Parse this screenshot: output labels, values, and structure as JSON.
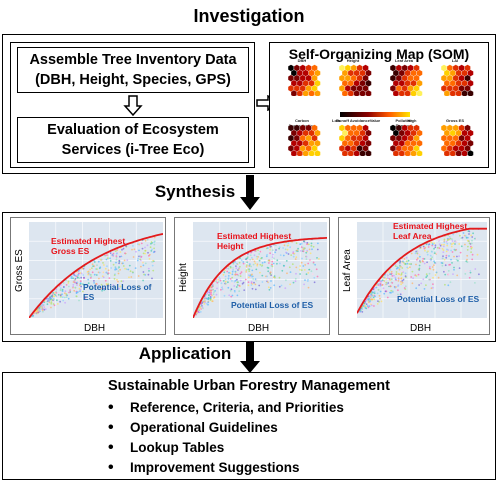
{
  "investigation": {
    "title": "Investigation",
    "box1_line1": "Assemble Tree Inventory Data",
    "box1_line2": "(DBH, Height, Species, GPS)",
    "box2_line1": "Evaluation of Ecosystem",
    "box2_line2": "Services (i-Tree Eco)",
    "som": {
      "title": "Self-Organizing Map (SOM)",
      "maps_row1": [
        "DBH",
        "Height",
        "Leaf Area",
        "LAI"
      ],
      "maps_row2": [
        "Carbon Sequestration",
        "Runoff Avoidance",
        "Pollution Removal",
        "Gross ES"
      ],
      "legend_low": "Low",
      "legend_value": "Value",
      "legend_high": "High"
    }
  },
  "synthesis": {
    "title": "Synthesis",
    "plots": [
      {
        "ylabel": "Gross ES",
        "xlabel": "DBH",
        "red_label_1": "Estimated Highest",
        "red_label_2": "Gross ES",
        "blue_label": "Potential Loss of ES"
      },
      {
        "ylabel": "Height",
        "xlabel": "DBH",
        "red_label_1": "Estimated Highest",
        "red_label_2": "Height",
        "blue_label": "Potential Loss of ES"
      },
      {
        "ylabel": "Leaf Area",
        "xlabel": "DBH",
        "red_label_1": "Estimated Highest",
        "red_label_2": "Leaf Area",
        "blue_label": "Potential Loss of ES"
      }
    ]
  },
  "application": {
    "title": "Application",
    "heading": "Sustainable Urban Forestry Management",
    "items": [
      "Reference, Criteria, and Priorities",
      "Operational Guidelines",
      "Lookup Tables",
      "Improvement Suggestions"
    ]
  },
  "colors": {
    "curve": "#e31a1c",
    "red_text": "#e8121a",
    "blue_text": "#1f5fa8",
    "plot_bg": "#dde6f0"
  }
}
